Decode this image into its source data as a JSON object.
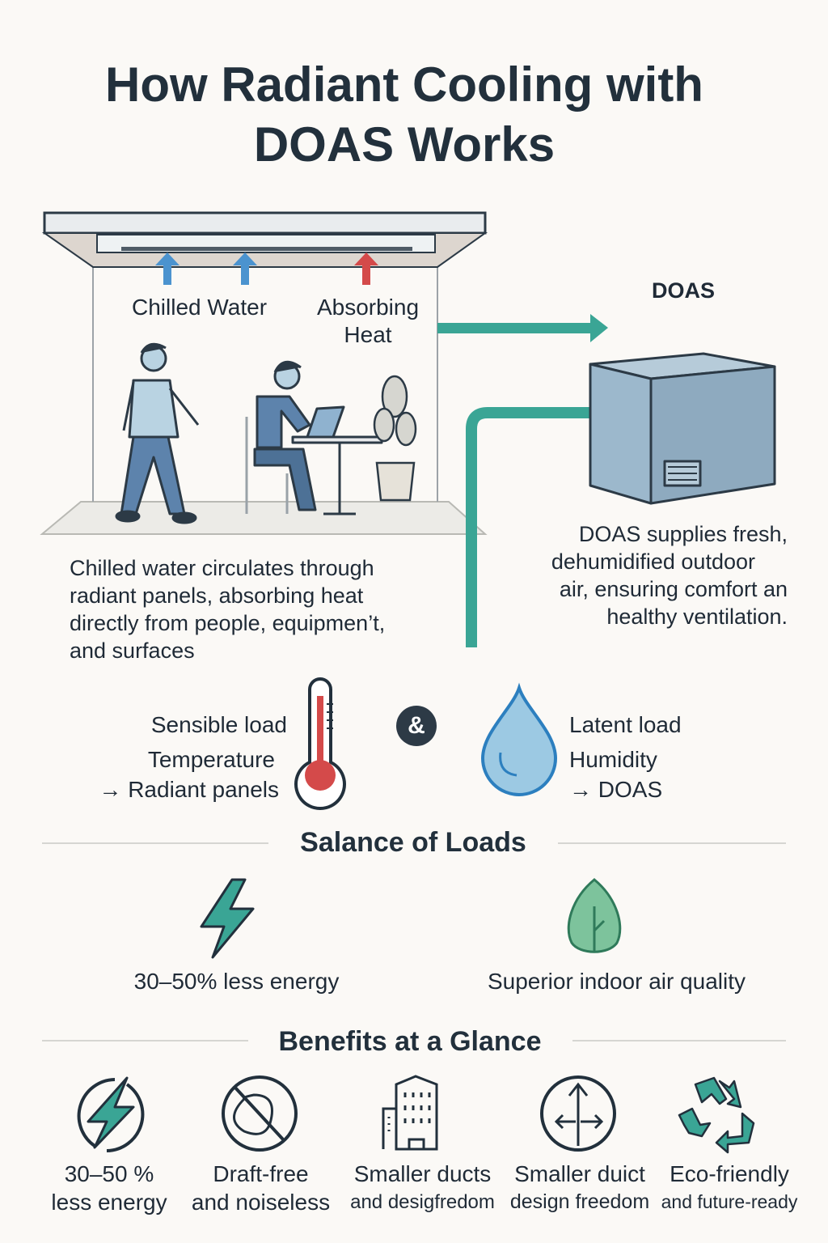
{
  "title": {
    "line1": "How Radiant Cooling with",
    "line2": "DOAS Works"
  },
  "diagram": {
    "chilled_water_label": "Chilled Water",
    "absorbing_heat_line1": "Absorbing",
    "absorbing_heat_line2": "Heat",
    "doas_label": "DOAS",
    "radiant_description": [
      "Chilled water circulates through",
      "radiant panels, absorbing heat",
      "directly from people, equipmen’t,",
      "and surfaces"
    ],
    "doas_description": [
      "DOAS supplies fresh,",
      "dehumidified outdoor",
      "air, ensuring comfort an",
      "healthy ventilation."
    ]
  },
  "loads": {
    "sensible": {
      "title": "Sensible load",
      "line2": "Temperature",
      "line3": "→ Radiant panels",
      "icon": "thermometer-icon"
    },
    "ampersand": "&",
    "latent": {
      "title": "Latent load",
      "line2": "Humidity",
      "line3": "→ DOAS",
      "icon": "water-drop-icon"
    }
  },
  "balance": {
    "heading": "Salance of Loads",
    "items": [
      {
        "label": "30–50% less energy",
        "icon": "lightning-icon"
      },
      {
        "label": "Superior indoor air quality",
        "icon": "leaf-icon"
      }
    ]
  },
  "benefits": {
    "heading": "Benefits at a Glance",
    "items": [
      {
        "line1": "30–50 %",
        "line2": "less energy",
        "icon": "lightning-circle-icon"
      },
      {
        "line1": "Draft-free",
        "line2": "and noiseless",
        "icon": "no-draft-icon"
      },
      {
        "line1": "Smaller ducts",
        "line2": "and desigfredom",
        "icon": "building-icon"
      },
      {
        "line1": "Smaller duict",
        "line2": "design freedom",
        "icon": "arrows-circle-icon"
      },
      {
        "line1": "Eco-friendly",
        "line2": "and future-ready",
        "icon": "recycle-icon"
      }
    ]
  },
  "colors": {
    "teal": "#3aa595",
    "blue": "#4b93cf",
    "red": "#d44a4a",
    "navy": "#22303c",
    "background": "#fbf9f6"
  }
}
